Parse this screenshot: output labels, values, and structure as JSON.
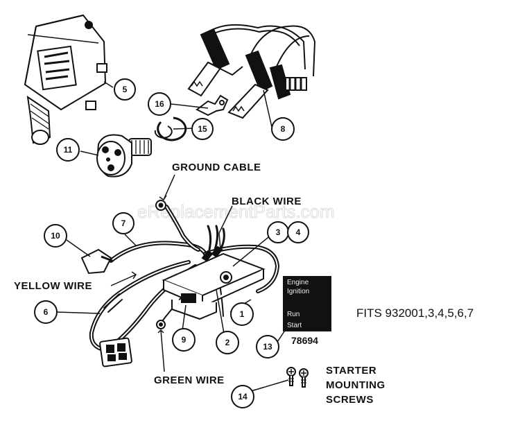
{
  "watermark": "eReplacementParts.com",
  "labels": {
    "ground_cable": "GROUND CABLE",
    "black_wire": "BLACK WIRE",
    "yellow_wire": "YELLOW WIRE",
    "green_wire": "GREEN WIRE",
    "starter_mounting_screws": [
      "STARTER",
      "MOUNTING",
      "SCREWS"
    ]
  },
  "fits": "FITS 932001,3,4,5,6,7",
  "decal": {
    "lines": [
      "Engine",
      "Ignition",
      "Run",
      "Start"
    ],
    "number": "78694"
  },
  "callouts": {
    "c1": "1",
    "c2": "2",
    "c3": "3",
    "c4": "4",
    "c5": "5",
    "c6": "6",
    "c7": "7",
    "c8": "8",
    "c9": "9",
    "c10": "10",
    "c11": "11",
    "c13": "13",
    "c14": "14",
    "c15": "15",
    "c16": "16"
  },
  "parts": {
    "starter_motor": "starter-motor",
    "jumper_cables": "jumper-cables",
    "ignition_switch": "ignition-switch",
    "retaining_ring": "retaining-ring",
    "key": "key",
    "wiring_harness": "wiring-harness",
    "rectifier": "rectifier",
    "screws": "screws"
  }
}
